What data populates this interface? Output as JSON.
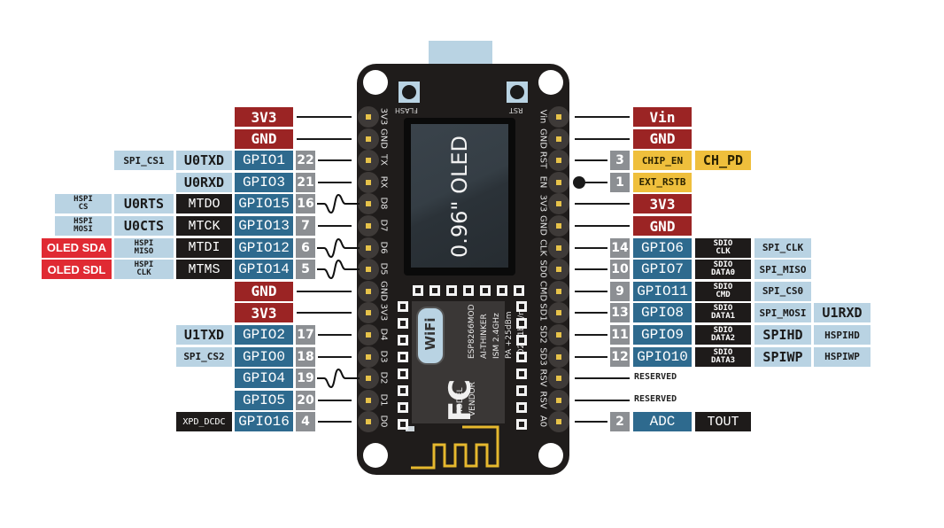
{
  "title": "NodeMCU ESP8266 with 0.96\" OLED pinout",
  "board": {
    "screen_label": "0.96\" OLED",
    "buttons": [
      "FLASH",
      "RST"
    ],
    "module": {
      "wifi_logo": "WiFi",
      "lines": [
        "MODEL",
        "VENDOR",
        "ESP8266MOD",
        "AI-THINKER",
        "ISM 2.4GHz",
        "PA +25dBm",
        "802.11b/g/n"
      ],
      "cert": "FC"
    },
    "left_header": [
      "3V3",
      "GND",
      "TX",
      "RX",
      "D8",
      "D7",
      "D6",
      "D5",
      "GND",
      "3V3",
      "D4",
      "D3",
      "D2",
      "D1",
      "D0"
    ],
    "right_header": [
      "Vin",
      "GND",
      "RST",
      "EN",
      "3V3",
      "GND",
      "CLK",
      "SD0",
      "CMD",
      "SD1",
      "SD2",
      "SD3",
      "RSV",
      "RSV",
      "A0"
    ]
  },
  "left_pins": [
    {
      "main": "3V3",
      "type": "power"
    },
    {
      "main": "GND",
      "type": "power"
    },
    {
      "main": "GPIO1",
      "num": "22",
      "alt1": "U0TXD",
      "alt2": "SPI_CS1"
    },
    {
      "main": "GPIO3",
      "num": "21",
      "alt1": "U0RXD"
    },
    {
      "main": "GPIO15",
      "num": "16",
      "alt1": "MTDO",
      "alt2": "U0RTS",
      "alt3": [
        "HSPI",
        "CS"
      ],
      "pwm": true
    },
    {
      "main": "GPIO13",
      "num": "7",
      "alt1": "MTCK",
      "alt2": "U0CTS",
      "alt3": [
        "HSPI",
        "MOSI"
      ]
    },
    {
      "main": "GPIO12",
      "num": "6",
      "alt1": "MTDI",
      "alt2": [
        "HSPI",
        "MISO"
      ],
      "alt3": "OLED SDA",
      "pwm": true
    },
    {
      "main": "GPIO14",
      "num": "5",
      "alt1": "MTMS",
      "alt2": [
        "HSPI",
        "CLK"
      ],
      "alt3": "OLED SDL",
      "pwm": true
    },
    {
      "main": "GND",
      "type": "power"
    },
    {
      "main": "3V3",
      "type": "power"
    },
    {
      "main": "GPIO2",
      "num": "17",
      "alt1": "U1TXD"
    },
    {
      "main": "GPIO0",
      "num": "18",
      "alt1": "SPI_CS2"
    },
    {
      "main": "GPIO4",
      "num": "19",
      "pwm": true
    },
    {
      "main": "GPIO5",
      "num": "20"
    },
    {
      "main": "GPIO16",
      "num": "4",
      "alt1": "XPD_DCDC"
    }
  ],
  "right_pins": [
    {
      "main": "Vin",
      "type": "power"
    },
    {
      "main": "GND",
      "type": "power"
    },
    {
      "main": "CHIP_EN",
      "num": "3",
      "alt1": "CH_PD",
      "type": "control"
    },
    {
      "main": "EXT_RSTB",
      "num": "1",
      "type": "control",
      "button": true
    },
    {
      "main": "3V3",
      "type": "power"
    },
    {
      "main": "GND",
      "type": "power"
    },
    {
      "main": "GPIO6",
      "num": "14",
      "alt1": [
        "SDIO",
        "CLK"
      ],
      "alt2": "SPI_CLK"
    },
    {
      "main": "GPIO7",
      "num": "10",
      "alt1": [
        "SDIO",
        "DATA0"
      ],
      "alt2": "SPI_MISO"
    },
    {
      "main": "GPIO11",
      "num": "9",
      "alt1": [
        "SDIO",
        "CMD"
      ],
      "alt2": "SPI_CS0"
    },
    {
      "main": "GPIO8",
      "num": "13",
      "alt1": [
        "SDIO",
        "DATA1"
      ],
      "alt2": "SPI_MOSI",
      "alt3": "U1RXD"
    },
    {
      "main": "GPIO9",
      "num": "11",
      "alt1": [
        "SDIO",
        "DATA2"
      ],
      "alt2": "SPIHD",
      "alt3": "HSPIHD"
    },
    {
      "main": "GPIO10",
      "num": "12",
      "alt1": [
        "SDIO",
        "DATA3"
      ],
      "alt2": "SPIWP",
      "alt3": "HSPIWP"
    },
    {
      "main": "RESERVED",
      "type": "reserved"
    },
    {
      "main": "RESERVED",
      "type": "reserved"
    },
    {
      "main": "ADC",
      "num": "2",
      "alt1": "TOUT"
    }
  ],
  "colors": {
    "power": "#9b2424",
    "gpio": "#2e6a8e",
    "pin_number": "#8c8f93",
    "peripheral": "#b9d3e3",
    "internal": "#1e1b1a",
    "control": "#efbf3c",
    "oled": "#e02a33",
    "pcb": "#1f1c1b"
  }
}
